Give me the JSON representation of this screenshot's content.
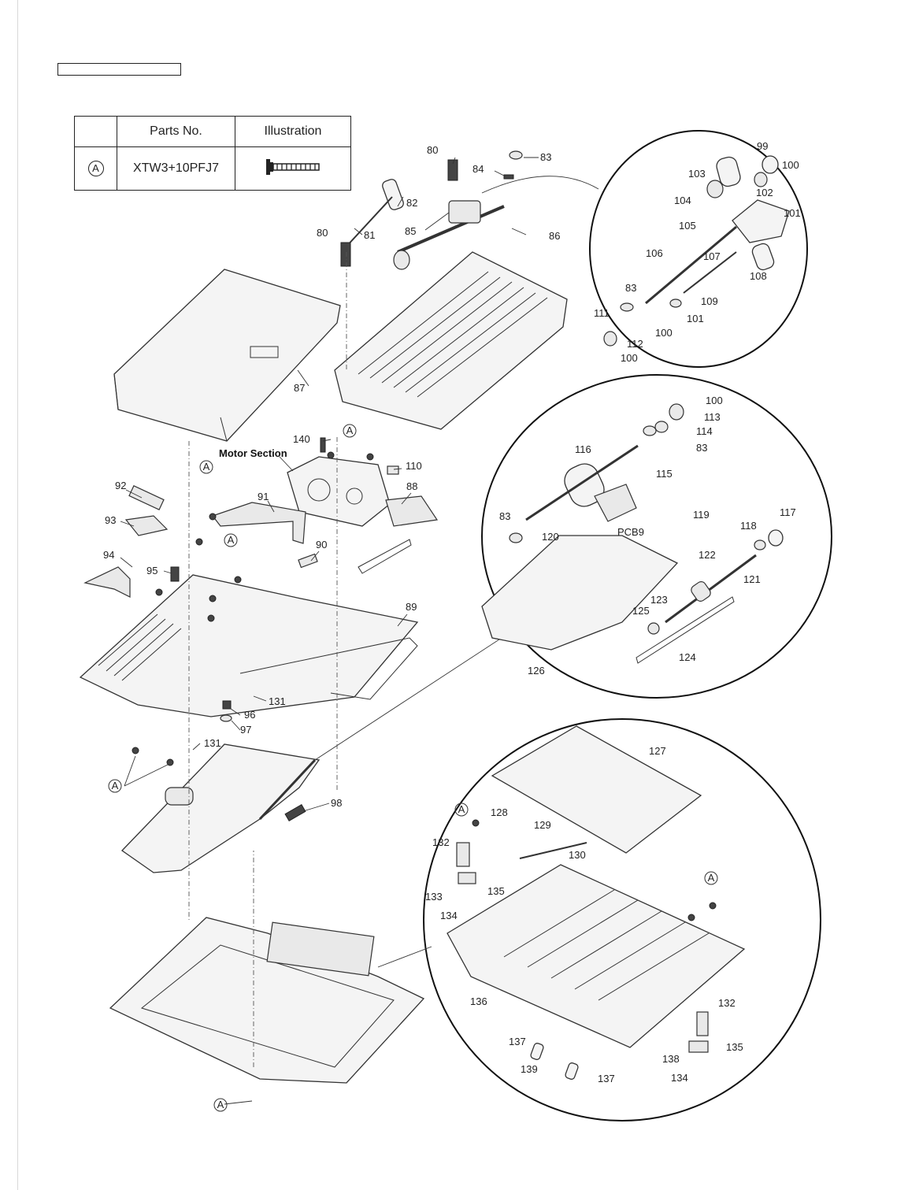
{
  "parts_table": {
    "header_blank": "",
    "col_parts_no": "Parts No.",
    "col_illustration": "Illustration",
    "row_mark": "A",
    "row_part_no": "XTW3+10PFJ7"
  },
  "section_label": "Motor Section",
  "screw_mark": "A",
  "callouts": {
    "c80a": "80",
    "c83a": "83",
    "c84": "84",
    "c82": "82",
    "c81": "81",
    "c80b": "80",
    "c85": "85",
    "c86": "86",
    "c87": "87",
    "c99": "99",
    "c100a": "100",
    "c103": "103",
    "c104": "104",
    "c102": "102",
    "c101a": "101",
    "c105": "105",
    "c106": "106",
    "c107": "107",
    "c108": "108",
    "c109": "109",
    "c83b": "83",
    "c111": "111",
    "c101b": "101",
    "c100b": "100",
    "c112": "112",
    "c100c": "100",
    "c100d": "100",
    "c113": "113",
    "c114": "114",
    "c83c": "83",
    "c116": "116",
    "c115": "115",
    "c83d": "83",
    "c120": "120",
    "pcb9": "PCB9",
    "c119": "119",
    "c118": "118",
    "c117": "117",
    "c122": "122",
    "c121": "121",
    "c123": "123",
    "c125": "125",
    "c124": "124",
    "c126": "126",
    "c140": "140",
    "c110": "110",
    "c88": "88",
    "c91": "91",
    "c92": "92",
    "c93": "93",
    "c94": "94",
    "c95": "95",
    "c90": "90",
    "c89": "89",
    "c131a": "131",
    "c96": "96",
    "c97": "97",
    "c131b": "131",
    "c98": "98",
    "c127": "127",
    "c128": "128",
    "c129": "129",
    "c130": "130",
    "c132a": "132",
    "c133": "133",
    "c135a": "135",
    "c134a": "134",
    "c136": "136",
    "c132b": "132",
    "c135b": "135",
    "c138": "138",
    "c134b": "134",
    "c137a": "137",
    "c139": "139",
    "c137b": "137"
  }
}
